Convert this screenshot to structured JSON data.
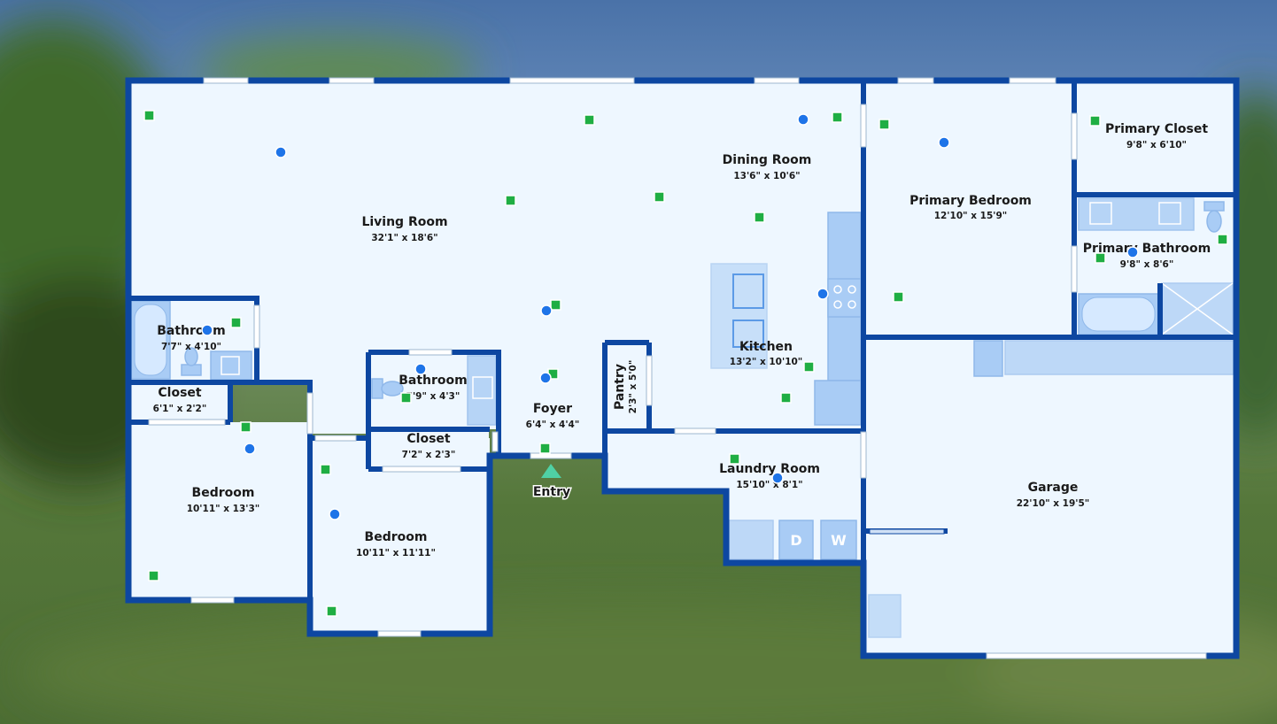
{
  "rooms": [
    {
      "id": "living-room",
      "name": "Living Room",
      "dims": "32'1\" x 18'6\""
    },
    {
      "id": "dining-room",
      "name": "Dining Room",
      "dims": "13'6\" x 10'6\""
    },
    {
      "id": "kitchen",
      "name": "Kitchen",
      "dims": "13'2\" x 10'10\""
    },
    {
      "id": "primary-bedroom",
      "name": "Primary Bedroom",
      "dims": "12'10\" x 15'9\""
    },
    {
      "id": "primary-closet",
      "name": "Primary Closet",
      "dims": "9'8\" x 6'10\""
    },
    {
      "id": "primary-bathroom",
      "name": "Primary Bathroom",
      "dims": "9'8\" x 8'6\""
    },
    {
      "id": "bathroom-1",
      "name": "Bathroom",
      "dims": "7'7\" x 4'10\""
    },
    {
      "id": "bathroom-2",
      "name": "Bathroom",
      "dims": "7'9\" x 4'3\""
    },
    {
      "id": "closet-1",
      "name": "Closet",
      "dims": "6'1\" x 2'2\""
    },
    {
      "id": "closet-2",
      "name": "Closet",
      "dims": "7'2\" x 2'3\""
    },
    {
      "id": "bedroom-1",
      "name": "Bedroom",
      "dims": "10'11\" x 13'3\""
    },
    {
      "id": "bedroom-2",
      "name": "Bedroom",
      "dims": "10'11\" x 11'11\""
    },
    {
      "id": "foyer",
      "name": "Foyer",
      "dims": "6'4\" x 4'4\""
    },
    {
      "id": "pantry",
      "name": "Pantry",
      "dims": "2'3\" x 5'0\""
    },
    {
      "id": "laundry-room",
      "name": "Laundry Room",
      "dims": "15'10\" x 8'1\""
    },
    {
      "id": "garage",
      "name": "Garage",
      "dims": "22'10\" x 19'5\""
    }
  ],
  "entry": {
    "label": "Entry"
  },
  "appliances": {
    "dryer": "D",
    "washer": "W"
  },
  "colors": {
    "wall": "#0d47a1",
    "floor": "#eef7ff",
    "fixture": "#a9ccf5",
    "hotspot_green": "#1fae43",
    "hotspot_blue": "#1e74e8",
    "entry_marker": "#4fd1a5"
  },
  "hotspot_icons": {
    "green": "green-square-hotspot-icon",
    "blue": "blue-circle-hotspot-icon"
  }
}
